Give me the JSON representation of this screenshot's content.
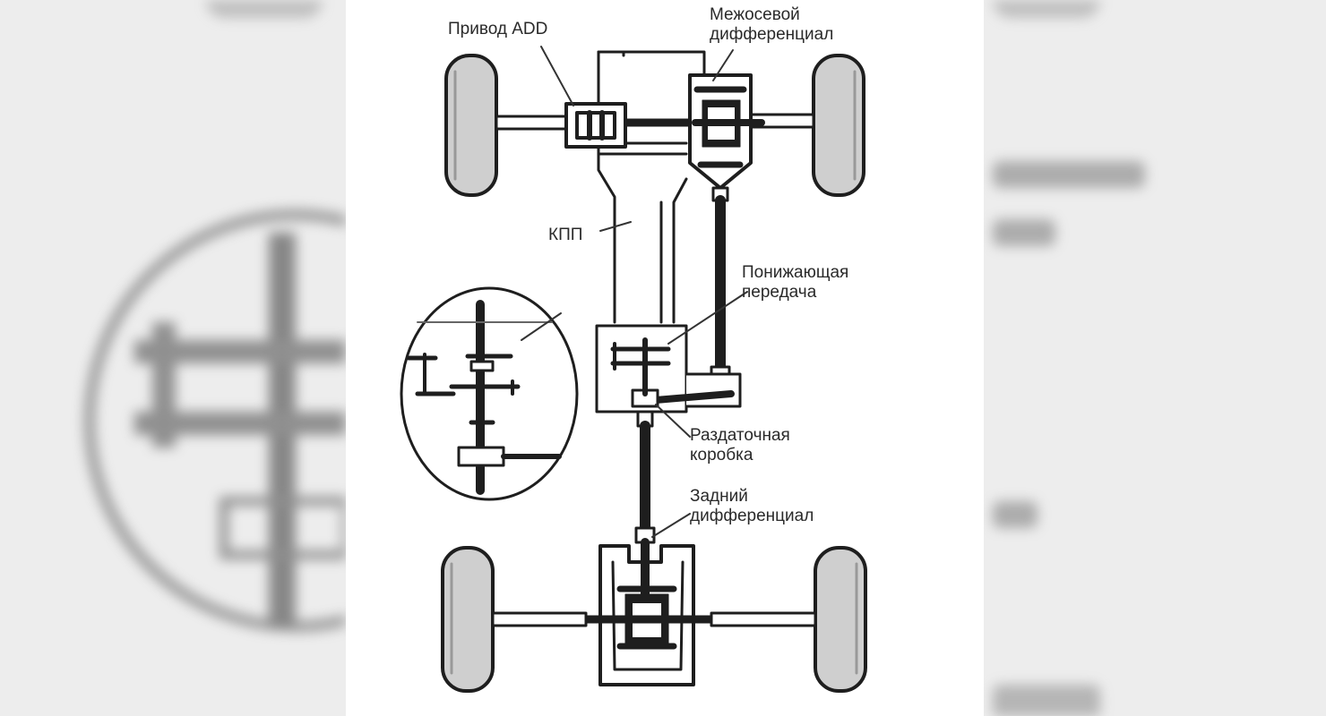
{
  "labels": {
    "add_drive": "Привод ADD",
    "center_diff": "Межосевой\nдифференциал",
    "gearbox": "КПП",
    "reduction_gear": "Понижающая\nпередача",
    "transfer_case": "Раздаточная\nкоробка",
    "rear_diff": "Задний\nдифференциал"
  },
  "colors": {
    "ink": "#1e1e1e",
    "tire": "#cfcfcf",
    "background": "#ffffff"
  }
}
